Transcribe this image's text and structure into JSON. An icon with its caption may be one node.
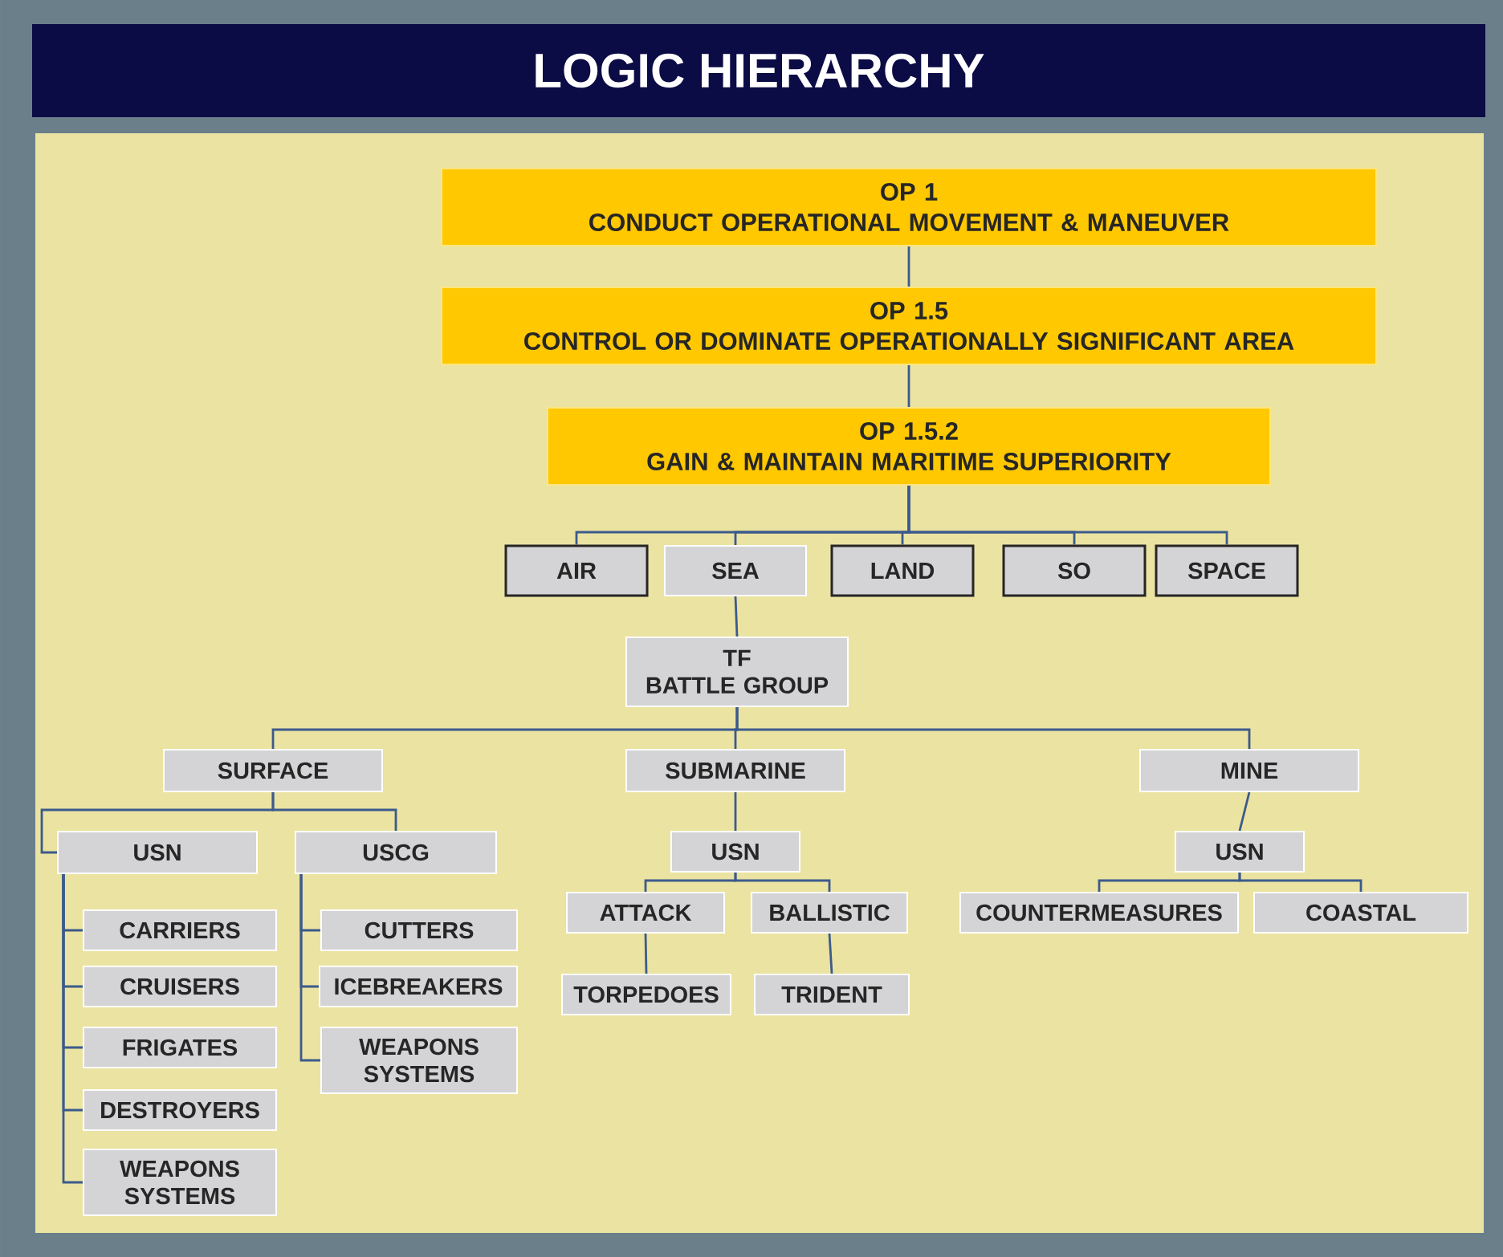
{
  "diagram": {
    "title": "LOGIC HIERARCHY",
    "nodes": [
      {
        "text": [
          "OP 1",
          "CONDUCT OPERATIONAL MOVEMENT & MANEUVER"
        ]
      },
      {
        "text": [
          "OP 1.5",
          "CONTROL OR DOMINATE OPERATIONALLY SIGNIFICANT AREA"
        ]
      },
      {
        "text": [
          "OP 1.5.2",
          "GAIN & MAINTAIN MARITIME SUPERIORITY"
        ]
      },
      {
        "text": [
          "AIR"
        ]
      },
      {
        "text": [
          "SEA"
        ]
      },
      {
        "text": [
          "LAND"
        ]
      },
      {
        "text": [
          "SO"
        ]
      },
      {
        "text": [
          "SPACE"
        ]
      },
      {
        "text": [
          "TF",
          "BATTLE GROUP"
        ]
      },
      {
        "text": [
          "SURFACE"
        ]
      },
      {
        "text": [
          "SUBMARINE"
        ]
      },
      {
        "text": [
          "MINE"
        ]
      },
      {
        "text": [
          "USN"
        ]
      },
      {
        "text": [
          "USCG"
        ]
      },
      {
        "text": [
          "CARRIERS"
        ]
      },
      {
        "text": [
          "CRUISERS"
        ]
      },
      {
        "text": [
          "FRIGATES"
        ]
      },
      {
        "text": [
          "DESTROYERS"
        ]
      },
      {
        "text": [
          "WEAPONS SYSTEMS"
        ]
      },
      {
        "text": [
          "CUTTERS"
        ]
      },
      {
        "text": [
          "ICEBREAKERS"
        ]
      },
      {
        "text": [
          "WEAPONS SYSTEMS"
        ]
      },
      {
        "text": [
          "USN"
        ]
      },
      {
        "text": [
          "ATTACK"
        ]
      },
      {
        "text": [
          "BALLISTIC"
        ]
      },
      {
        "text": [
          "TORPEDOES"
        ]
      },
      {
        "text": [
          "TRIDENT"
        ]
      },
      {
        "text": [
          "USN"
        ]
      },
      {
        "text": [
          "COUNTERMEASURES"
        ]
      },
      {
        "text": [
          "COASTAL"
        ]
      }
    ],
    "edges": [
      {
        "from": 0,
        "to": 1,
        "arrow": "none"
      },
      {
        "from": 1,
        "to": 2,
        "arrow": "none"
      },
      {
        "from": 2,
        "to": 3,
        "arrow": "none"
      },
      {
        "from": 2,
        "to": 4,
        "arrow": "none"
      },
      {
        "from": 2,
        "to": 5,
        "arrow": "none"
      },
      {
        "from": 2,
        "to": 6,
        "arrow": "none"
      },
      {
        "from": 2,
        "to": 7,
        "arrow": "none"
      },
      {
        "from": 4,
        "to": 8,
        "arrow": "none"
      },
      {
        "from": 8,
        "to": 9,
        "arrow": "none"
      },
      {
        "from": 8,
        "to": 10,
        "arrow": "none"
      },
      {
        "from": 8,
        "to": 11,
        "arrow": "none"
      },
      {
        "from": 9,
        "to": 12,
        "arrow": "none"
      },
      {
        "from": 9,
        "to": 13,
        "arrow": "none"
      },
      {
        "from": 12,
        "to": 14,
        "arrow": "none"
      },
      {
        "from": 12,
        "to": 15,
        "arrow": "none"
      },
      {
        "from": 12,
        "to": 16,
        "arrow": "none"
      },
      {
        "from": 12,
        "to": 17,
        "arrow": "none"
      },
      {
        "from": 12,
        "to": 18,
        "arrow": "none"
      },
      {
        "from": 13,
        "to": 19,
        "arrow": "none"
      },
      {
        "from": 13,
        "to": 20,
        "arrow": "none"
      },
      {
        "from": 13,
        "to": 21,
        "arrow": "none"
      },
      {
        "from": 10,
        "to": 22,
        "arrow": "none"
      },
      {
        "from": 22,
        "to": 23,
        "arrow": "none"
      },
      {
        "from": 22,
        "to": 24,
        "arrow": "none"
      },
      {
        "from": 23,
        "to": 25,
        "arrow": "none"
      },
      {
        "from": 24,
        "to": 26,
        "arrow": "none"
      },
      {
        "from": 11,
        "to": 27,
        "arrow": "none"
      },
      {
        "from": 27,
        "to": 28,
        "arrow": "none"
      },
      {
        "from": 27,
        "to": 29,
        "arrow": "none"
      }
    ]
  }
}
